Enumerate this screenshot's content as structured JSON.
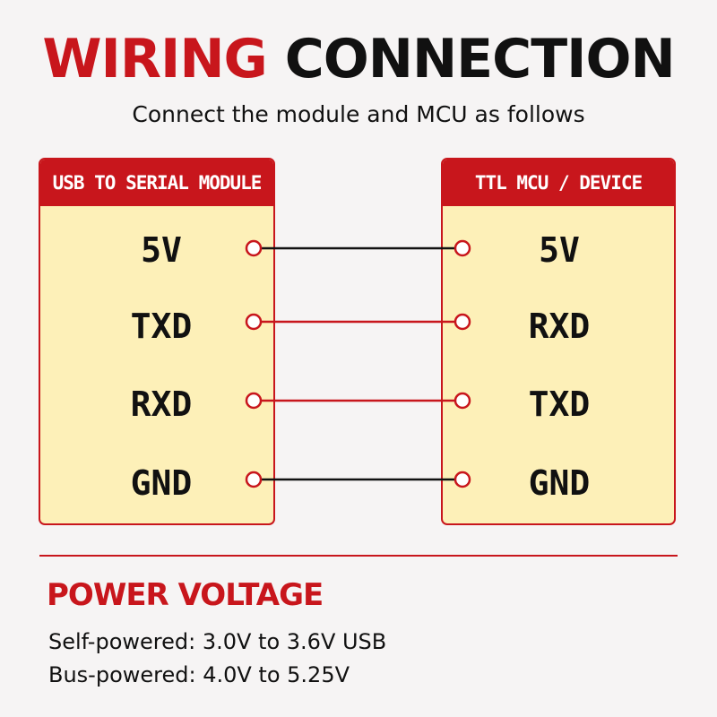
{
  "title": {
    "part1": "WIRING",
    "part2": "CONNECTION"
  },
  "subtitle": "Connect the module and MCU as follows",
  "left_module": {
    "header": "USB TO SERIAL MODULE",
    "pins": [
      "5V",
      "TXD",
      "RXD",
      "GND"
    ]
  },
  "right_module": {
    "header": "TTL MCU / DEVICE",
    "pins": [
      "5V",
      "RXD",
      "TXD",
      "GND"
    ]
  },
  "connections": [
    {
      "from": "5V",
      "to": "5V",
      "color": "#111111"
    },
    {
      "from": "TXD",
      "to": "RXD",
      "color": "#c8161c"
    },
    {
      "from": "RXD",
      "to": "TXD",
      "color": "#c8161c"
    },
    {
      "from": "GND",
      "to": "GND",
      "color": "#111111"
    }
  ],
  "power": {
    "title": "POWER VOLTAGE",
    "lines": [
      "Self-powered: 3.0V to 3.6V USB",
      "Bus-powered: 4.0V to 5.25V"
    ]
  },
  "colors": {
    "accent": "#c8161c",
    "box_fill": "#fdf0b8",
    "background": "#f6f4f4",
    "text": "#111111"
  }
}
